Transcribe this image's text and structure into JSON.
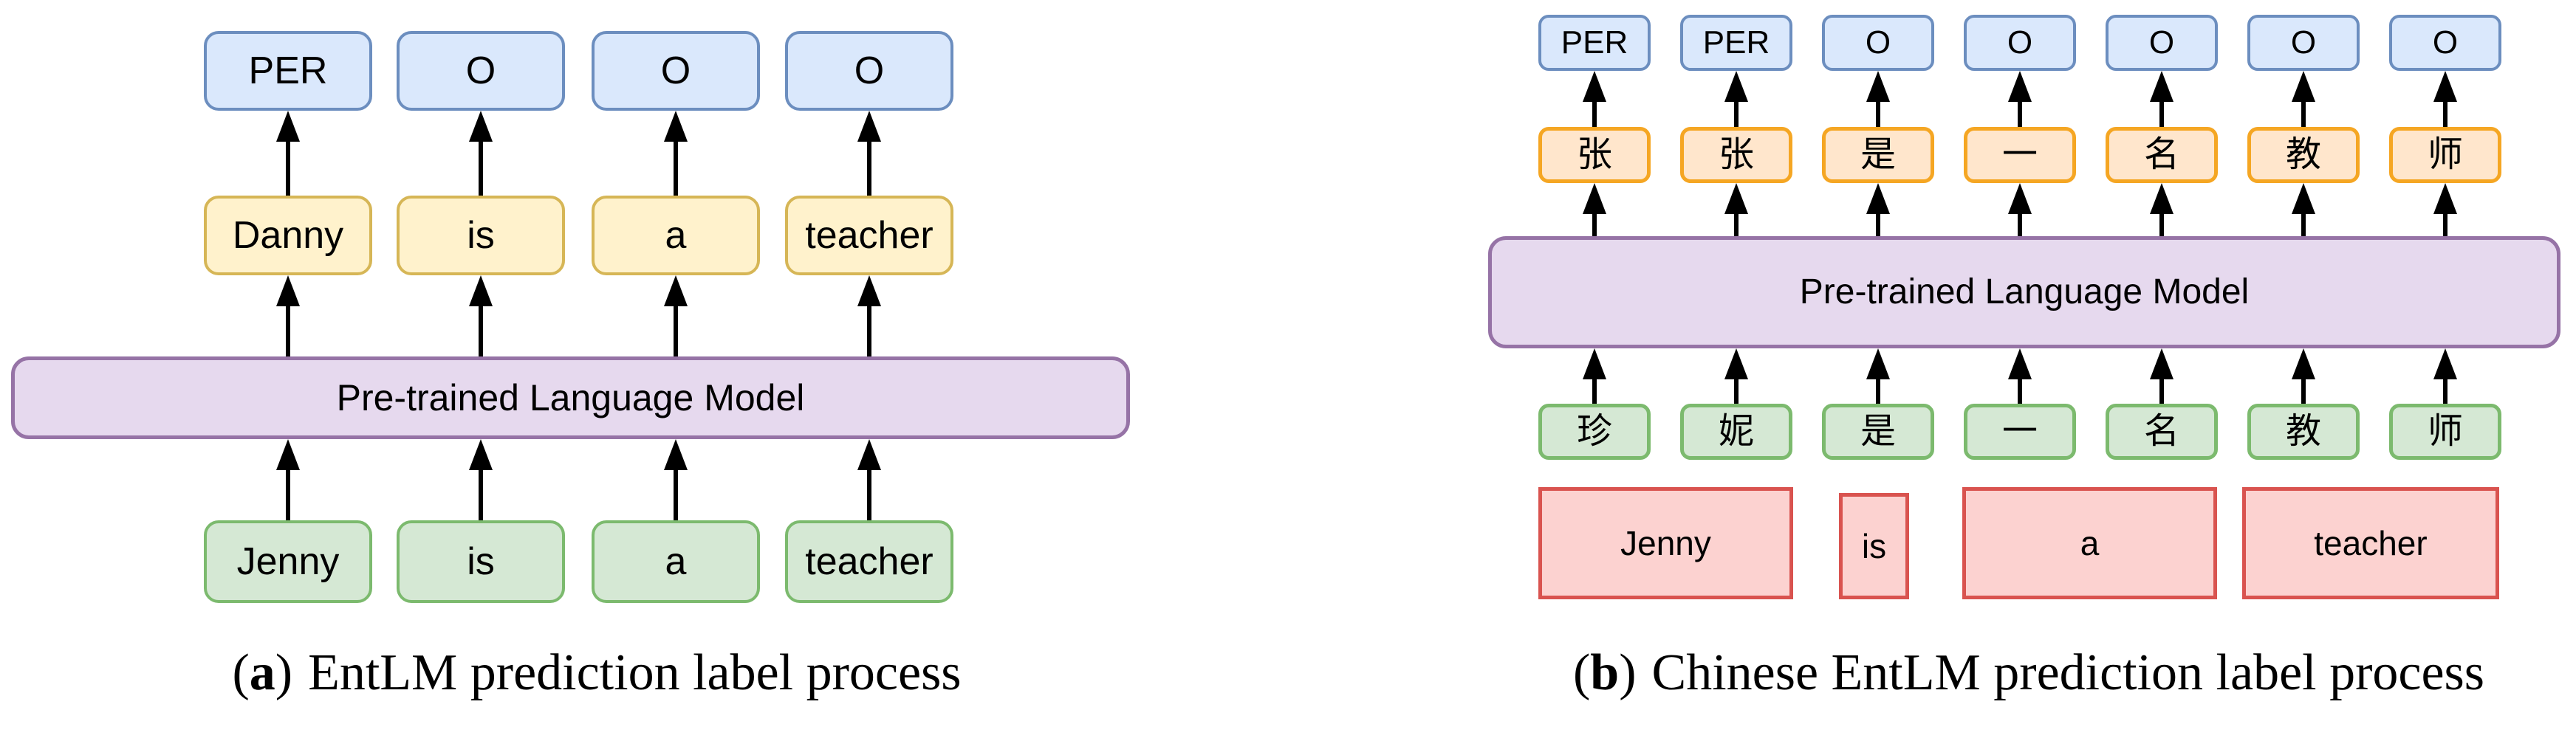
{
  "panel_a": {
    "caption": {
      "open": "(",
      "letter": "a",
      "close": ")",
      "text": "EntLM prediction label process"
    },
    "plm_label": "Pre-trained Language Model",
    "columns": [
      {
        "label": "PER",
        "token": "Danny",
        "input": "Jenny"
      },
      {
        "label": "O",
        "token": "is",
        "input": "is"
      },
      {
        "label": "O",
        "token": "a",
        "input": "a"
      },
      {
        "label": "O",
        "token": "teacher",
        "input": "teacher"
      }
    ]
  },
  "panel_b": {
    "caption": {
      "open": "(",
      "letter": "b",
      "close": ")",
      "text": "Chinese EntLM prediction label process"
    },
    "plm_label": "Pre-trained Language Model",
    "columns": [
      {
        "label": "PER",
        "token": "张",
        "input": "珍"
      },
      {
        "label": "PER",
        "token": "张",
        "input": "妮"
      },
      {
        "label": "O",
        "token": "是",
        "input": "是"
      },
      {
        "label": "O",
        "token": "一",
        "input": "一"
      },
      {
        "label": "O",
        "token": "名",
        "input": "名"
      },
      {
        "label": "O",
        "token": "教",
        "input": "教"
      },
      {
        "label": "O",
        "token": "师",
        "input": "师"
      }
    ],
    "source_words": [
      {
        "word": "Jenny"
      },
      {
        "word": "is"
      },
      {
        "word": "a"
      },
      {
        "word": "teacher"
      }
    ]
  },
  "palette": {
    "label_box_fill": "#dae8fc",
    "label_box_border": "#6c8ebf",
    "token_box_fill_a": "#fff2cc",
    "token_box_border_a": "#d6b656",
    "token_box_fill_b": "#ffe6cc",
    "token_box_border_b": "#f5a623",
    "input_box_fill": "#d5e8d4",
    "input_box_border": "#7cba6e",
    "plm_fill": "#e6d9ee",
    "plm_border": "#9673a6",
    "source_box_fill": "#fcd2d0",
    "source_box_border": "#d9534f",
    "arrow": "#000000",
    "text": "#000000",
    "background": "#ffffff"
  }
}
